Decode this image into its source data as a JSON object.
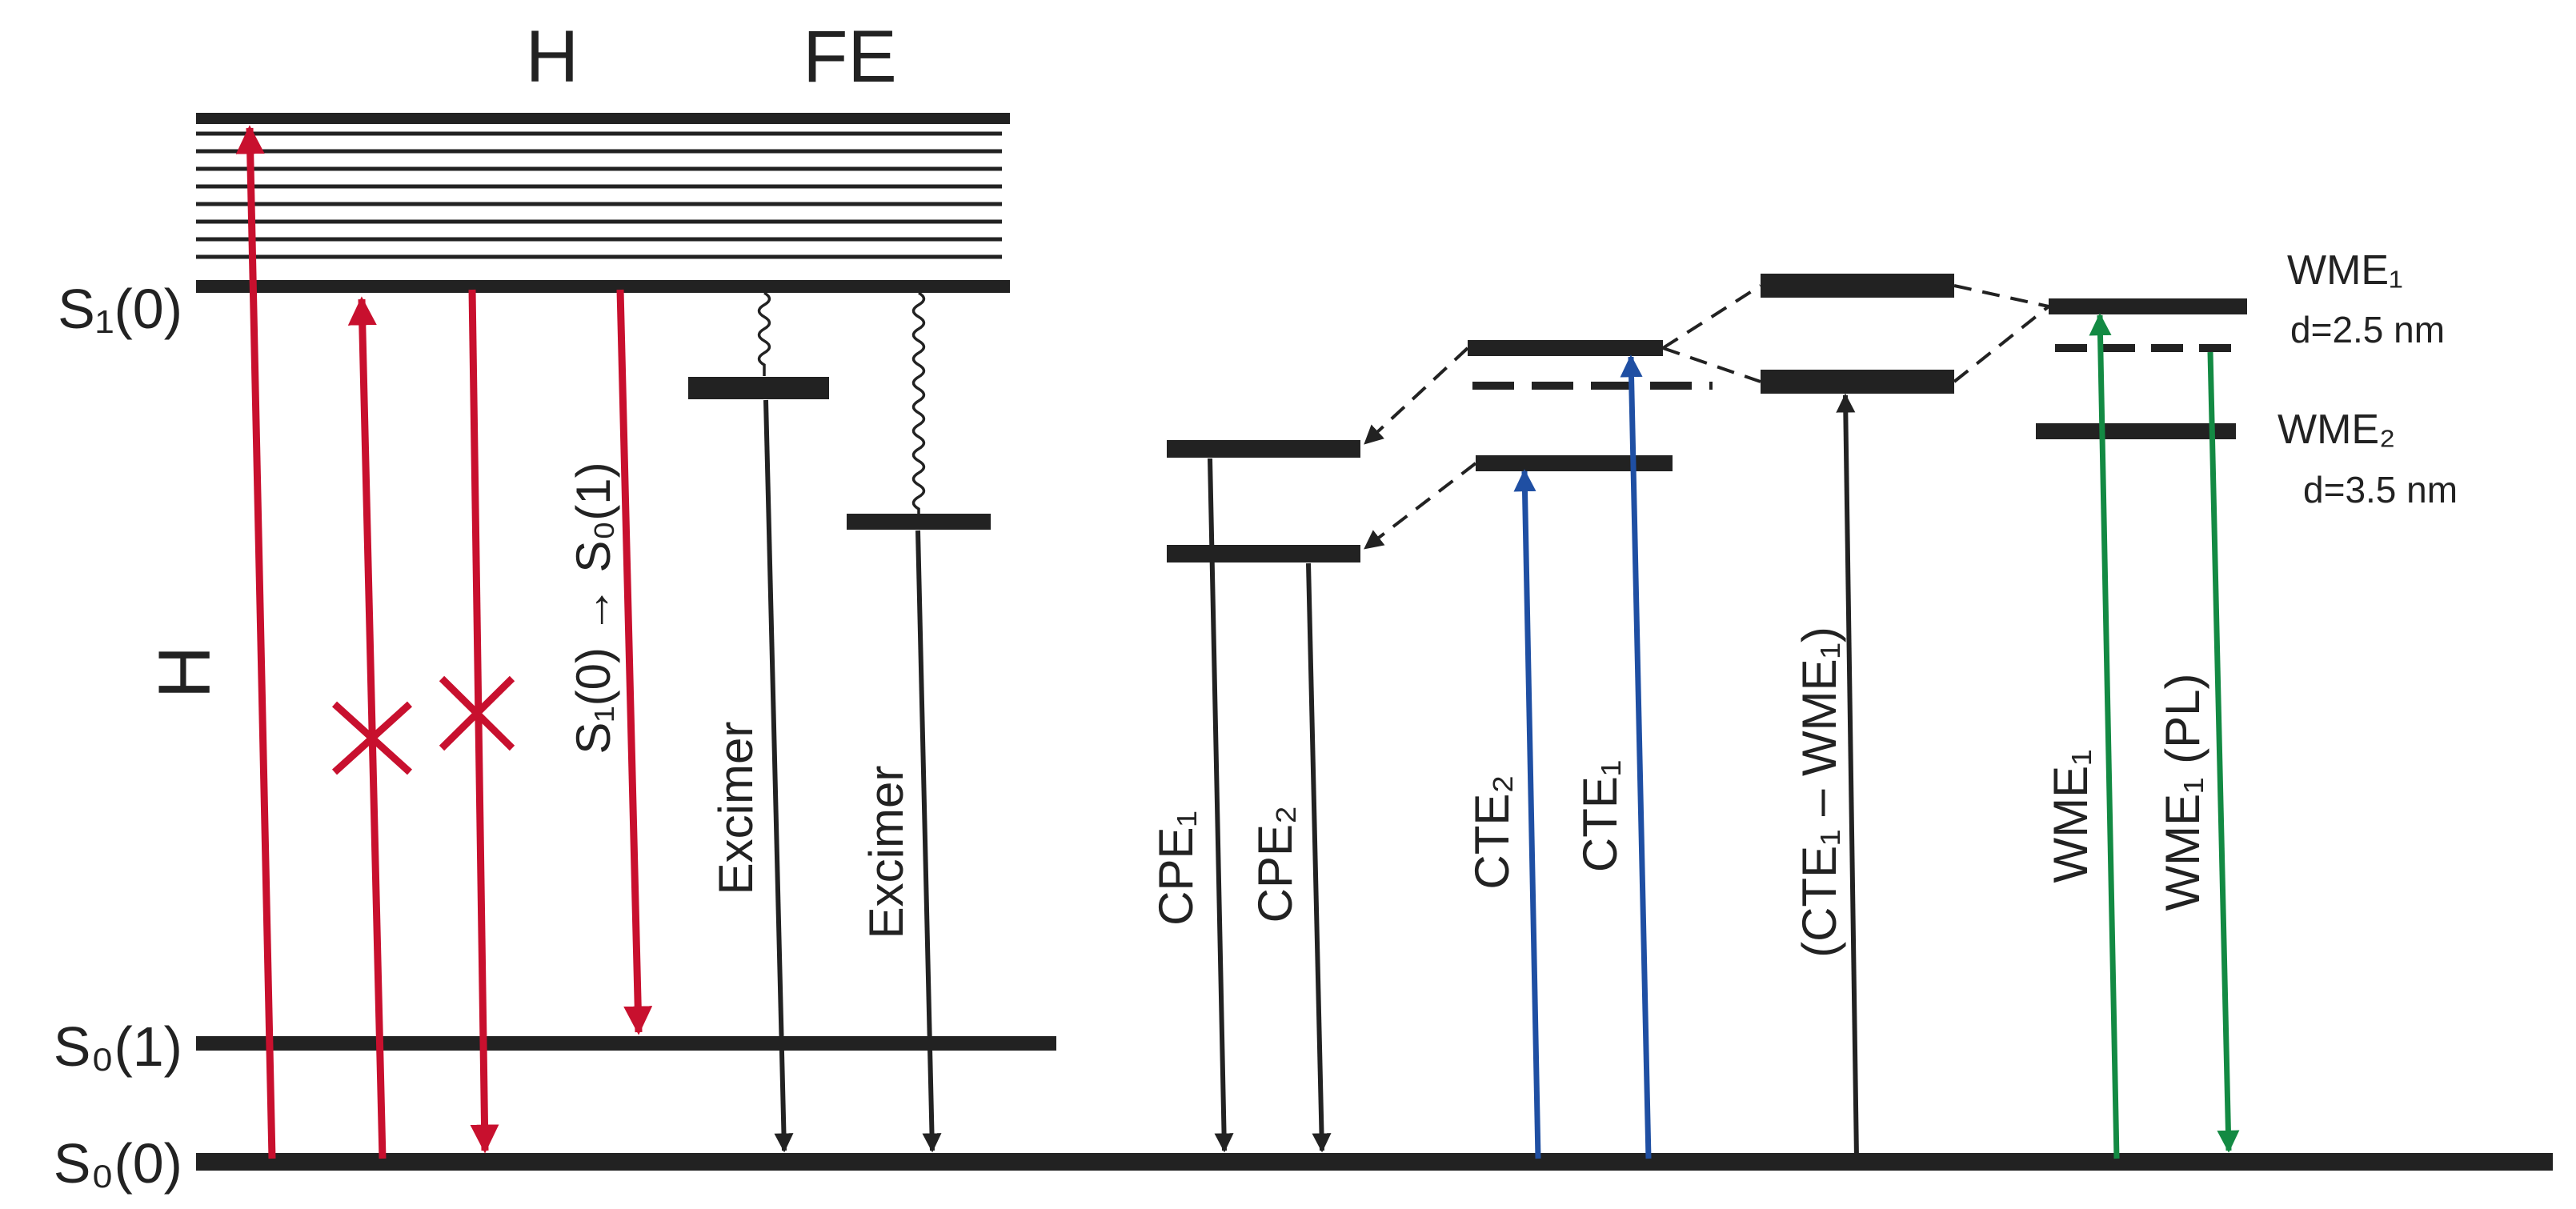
{
  "colors": {
    "level": "#222222",
    "red": "#c8102e",
    "black": "#222222",
    "blue": "#1f4fa3",
    "green": "#138a43"
  },
  "labels": {
    "top_h": "H",
    "top_fe": "FE",
    "s1_0": "S₁(0)",
    "s0_1": "S₀(1)",
    "s0_0": "S₀(0)",
    "side_h": "H",
    "s1_to_s0": "S₁(0) → S₀(1)",
    "excimer_1": "Excimer",
    "excimer_2": "Excimer",
    "cpe1": "CPE₁",
    "cpe2": "CPE₂",
    "cte2": "CTE₂",
    "cte1": "CTE₁",
    "cte1_wme1": "(CTE₁ – WME₁)",
    "wme1": "WME₁",
    "wme1_pl": "WME₁  (PL)",
    "wme1_right": "WME₁",
    "wme1_size": "d=2.5 nm",
    "wme2_right": "WME₂",
    "wme2_size": "d=3.5 nm"
  }
}
